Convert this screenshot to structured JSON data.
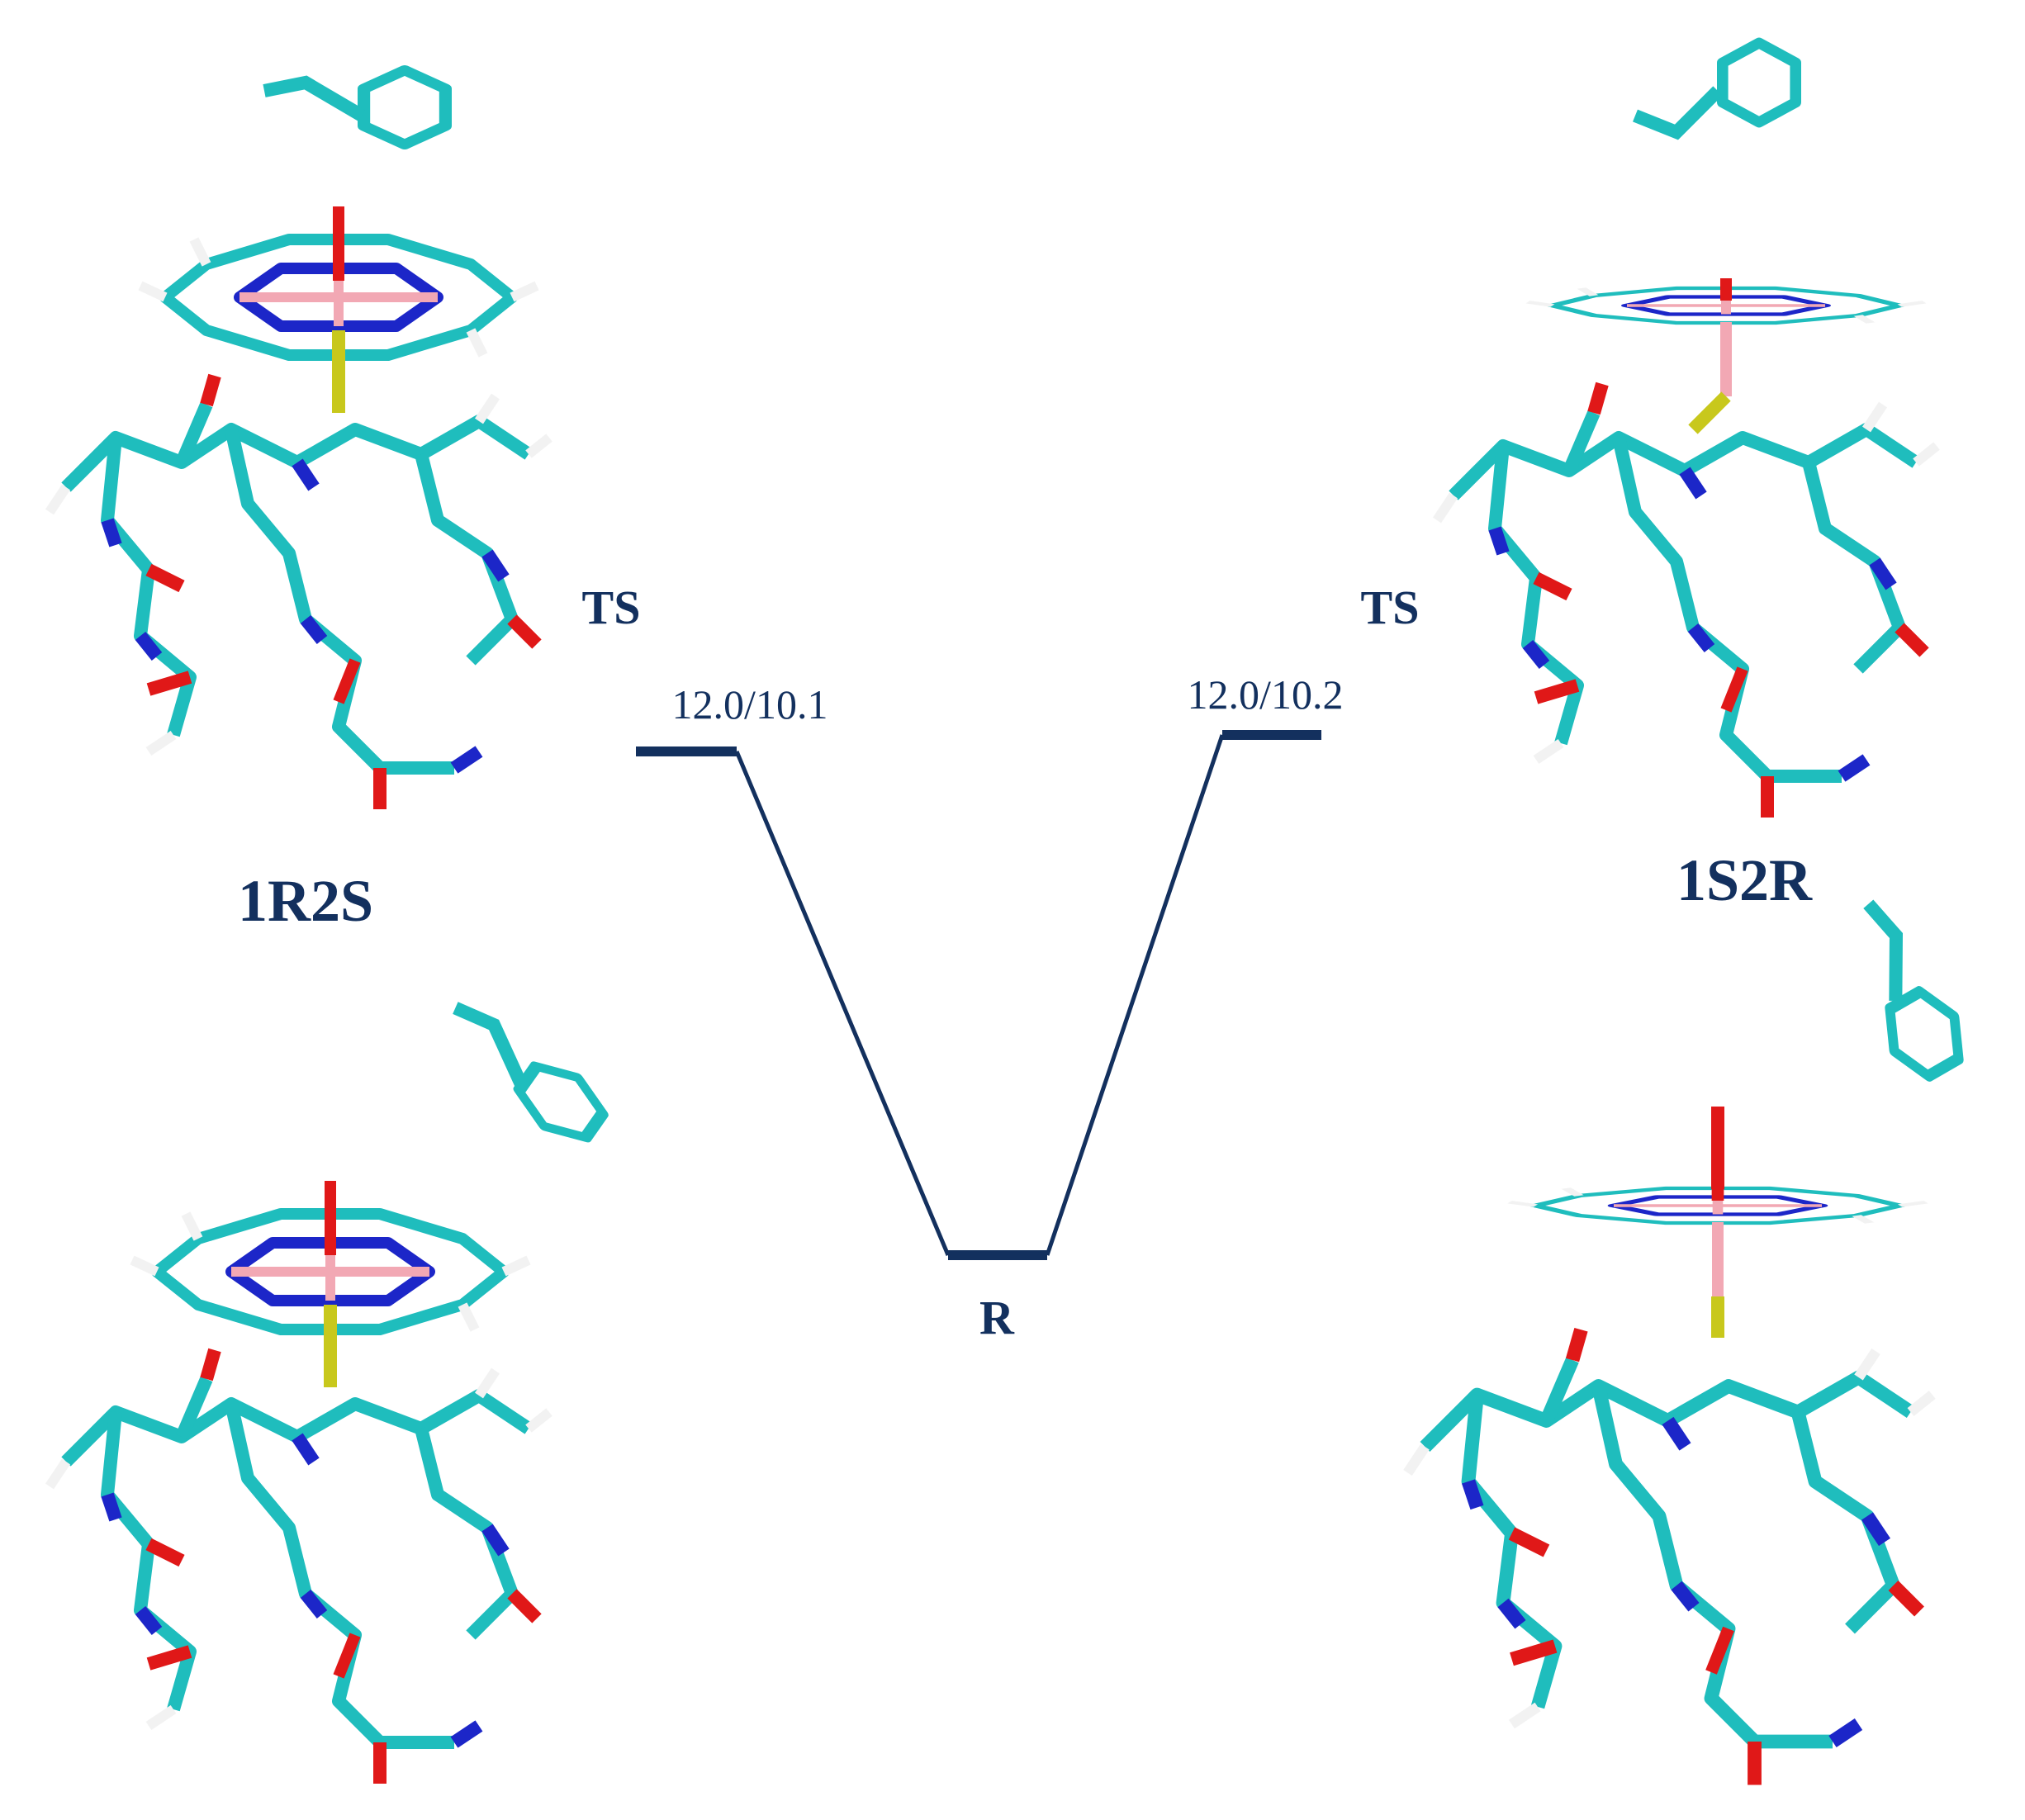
{
  "diagram": {
    "left_structures_label": "1R2S",
    "right_structures_label": "1S2R",
    "left_ts_label": "TS",
    "right_ts_label": "TS",
    "reactant_label": "R",
    "left_ts_energy": "12.0/10.1",
    "right_ts_energy": "12.0/10.2"
  },
  "colors": {
    "profile": "#13305e",
    "carbon": "#1fbdbd",
    "nitrogen": "#1c26c8",
    "oxygen": "#e01818",
    "hydrogen": "#f2f2f2",
    "sulfur": "#c8c81c",
    "iron": "#f2a8b4"
  }
}
